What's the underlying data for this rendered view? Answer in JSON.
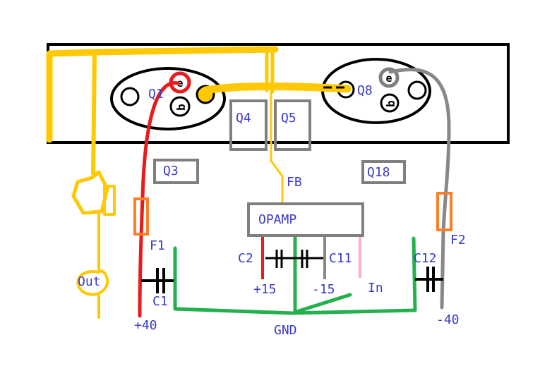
{
  "colors": {
    "heatsink": "#000000",
    "positive_rail": "#e81c1c",
    "negative_rail": "#888888",
    "output": "#ffc800",
    "ground": "#22b14c",
    "fuse": "#ff7f27",
    "component_box": "#7f7f7f",
    "input": "#ffaec9",
    "label": "#3a3acc"
  },
  "transistors": {
    "q1": "Q1",
    "q8": "Q8",
    "q4": "Q4",
    "q5": "Q5",
    "q3": "Q3",
    "q18": "Q18"
  },
  "pin_marks": {
    "q1_e": "e",
    "q1_b": "b",
    "q8_e": "e",
    "q8_b": "b"
  },
  "opamp": "OPAMP",
  "fuses": {
    "f1": "F1",
    "f2": "F2"
  },
  "capacitors": {
    "c1": "C1",
    "c2": "C2",
    "c11": "C11",
    "c12": "C12"
  },
  "signals": {
    "fb": "FB",
    "out": "Out",
    "in": "In",
    "gnd": "GND",
    "plus40": "+40",
    "minus40": "-40",
    "plus15": "+15",
    "minus15": "-15"
  }
}
